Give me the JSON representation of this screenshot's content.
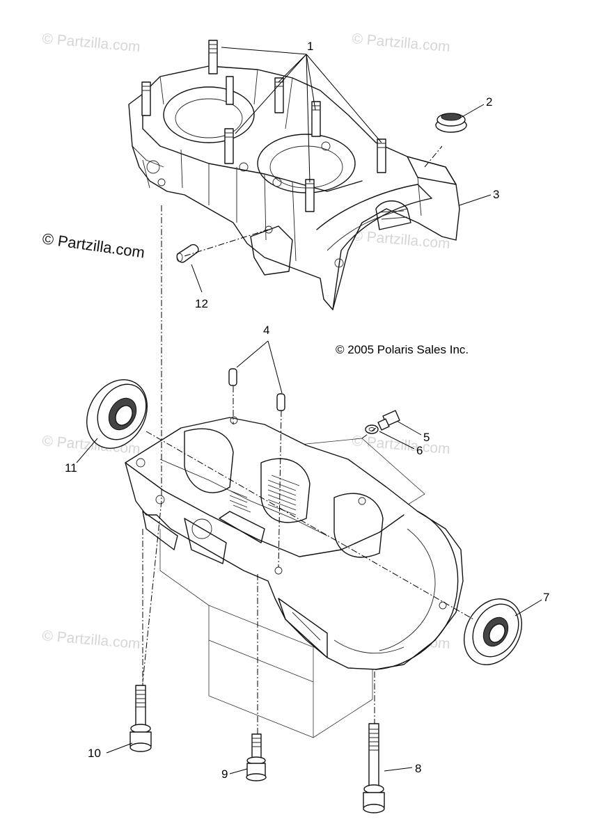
{
  "diagram": {
    "callouts": [
      "1",
      "2",
      "3",
      "4",
      "5",
      "6",
      "7",
      "8",
      "9",
      "10",
      "11",
      "12"
    ],
    "copyright": "© 2005 Polaris Sales Inc.",
    "watermark_main": "© Partzilla.com",
    "watermark_faint": "© Partzilla.com"
  }
}
